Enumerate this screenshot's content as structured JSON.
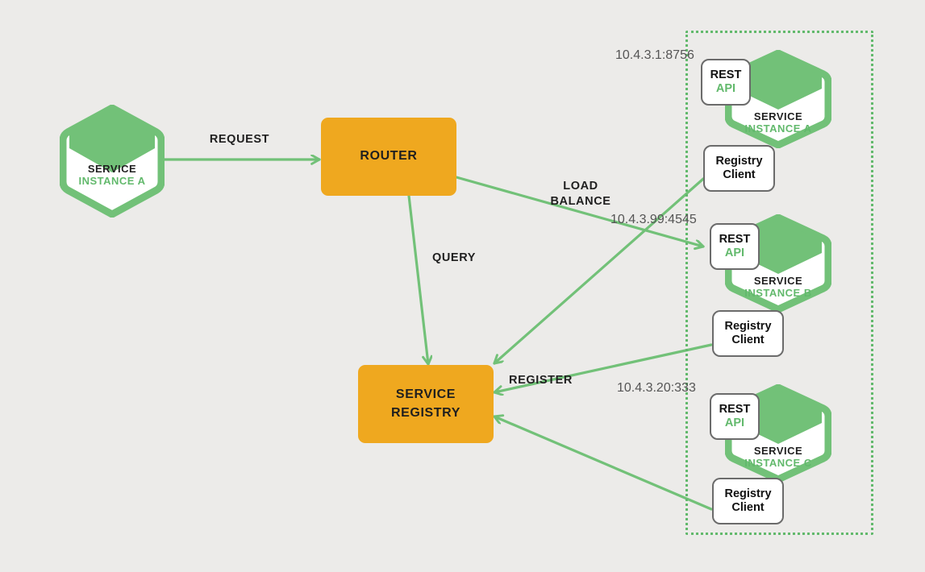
{
  "theme": {
    "background": "#ecebe9",
    "green": "#72c178",
    "green_text": "#62b96c",
    "orange": "#efa81f",
    "box_border": "#6b6b6b",
    "text": "#1f1f1f",
    "ip_text": "#555555"
  },
  "diagram": {
    "type": "service-discovery-architecture",
    "client": {
      "title": "SERVICE",
      "subtitle": "INSTANCE A"
    },
    "router": {
      "label": "ROUTER"
    },
    "registry": {
      "line1": "SERVICE",
      "line2": "REGISTRY"
    },
    "edge_labels": {
      "request": "REQUEST",
      "load_balance": "LOAD\nBALANCE",
      "query": "QUERY",
      "register": "REGISTER"
    },
    "instances": [
      {
        "id": "a",
        "ip": "10.4.3.1:8756",
        "rest_api": {
          "line1": "REST",
          "line2": "API"
        },
        "registry_client": {
          "line1": "Registry",
          "line2": "Client"
        },
        "service": {
          "title": "SERVICE",
          "subtitle": "INSTANCE A"
        }
      },
      {
        "id": "b",
        "ip": "10.4.3.99:4545",
        "rest_api": {
          "line1": "REST",
          "line2": "API"
        },
        "registry_client": {
          "line1": "Registry",
          "line2": "Client"
        },
        "service": {
          "title": "SERVICE",
          "subtitle": "INSTANCE B"
        }
      },
      {
        "id": "c",
        "ip": "10.4.3.20:333",
        "rest_api": {
          "line1": "REST",
          "line2": "API"
        },
        "registry_client": {
          "line1": "Registry",
          "line2": "Client"
        },
        "service": {
          "title": "SERVICE",
          "subtitle": "INSTANCE C"
        }
      }
    ]
  }
}
